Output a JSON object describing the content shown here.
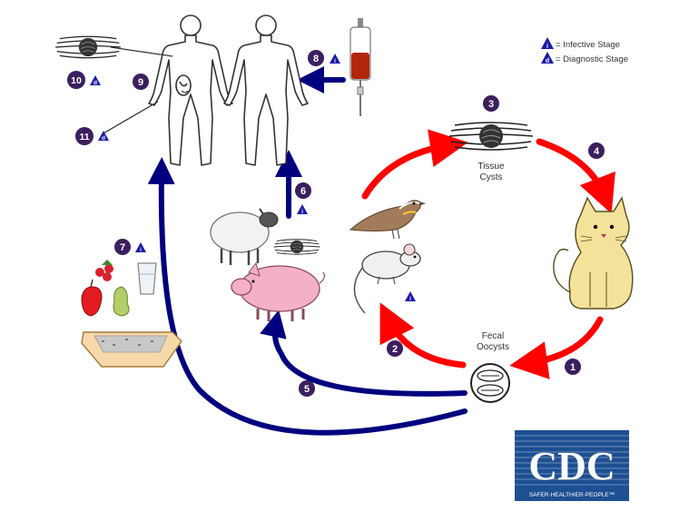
{
  "legend": {
    "infective": "= Infective Stage",
    "diagnostic": "= Diagnostic Stage",
    "infective_mark": "i",
    "diagnostic_mark": "d"
  },
  "labels": {
    "tissue_cysts": [
      "Tissue",
      "Cysts"
    ],
    "fecal_oocysts": [
      "Fecal",
      "Oocysts"
    ]
  },
  "steps": [
    "1",
    "2",
    "3",
    "4",
    "5",
    "6",
    "7",
    "8",
    "9",
    "10",
    "11"
  ],
  "logo": {
    "text": "CDC",
    "tagline": "SAFER·HEALTHIER·PEOPLE™"
  },
  "colors": {
    "step_circle": "#3b1f5e",
    "blue_arrow": "#00007f",
    "red_arrow": "#ff0000",
    "triangle": "#1a1aa6",
    "cdc_blue": "#1d4f91"
  },
  "icons": [
    "human-figure-icon",
    "blood-bag-icon",
    "cyst-icon",
    "bird-icon",
    "mouse-icon",
    "cat-icon",
    "sheep-icon",
    "pig-icon",
    "fruit-icon",
    "water-glass-icon",
    "litter-box-icon",
    "oocyst-icon"
  ]
}
